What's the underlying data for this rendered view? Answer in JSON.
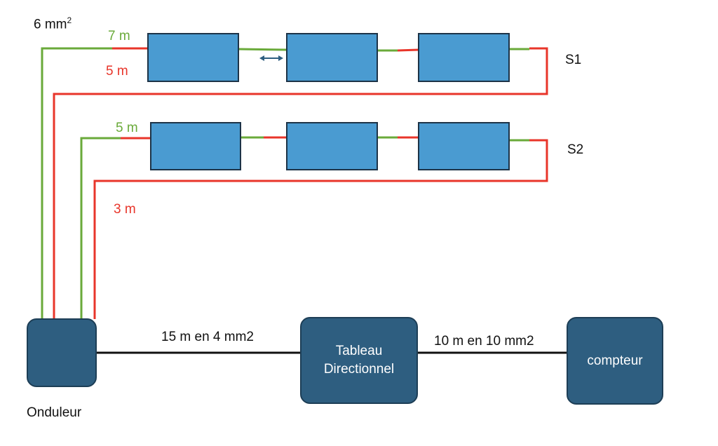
{
  "labels": {
    "cable_section": "6 mm",
    "cable_section_sup": "2",
    "s1_plus_length": "7 m",
    "s1_minus_length": "5 m",
    "s2_plus_length": "5 m",
    "s2_minus_length": "3 m",
    "string1": "S1",
    "string2": "S2",
    "link1": "15 m en 4 mm2",
    "link2": "10 m en 10 mm2"
  },
  "devices": {
    "inverter": "Onduleur",
    "panel_line1": "Tableau",
    "panel_line2": "Directionnel",
    "meter": "compteur"
  },
  "colors": {
    "positive": "#6aaa3a",
    "negative": "#e8352a",
    "panel": "#4a9bd1",
    "device": "#2e5e80"
  }
}
